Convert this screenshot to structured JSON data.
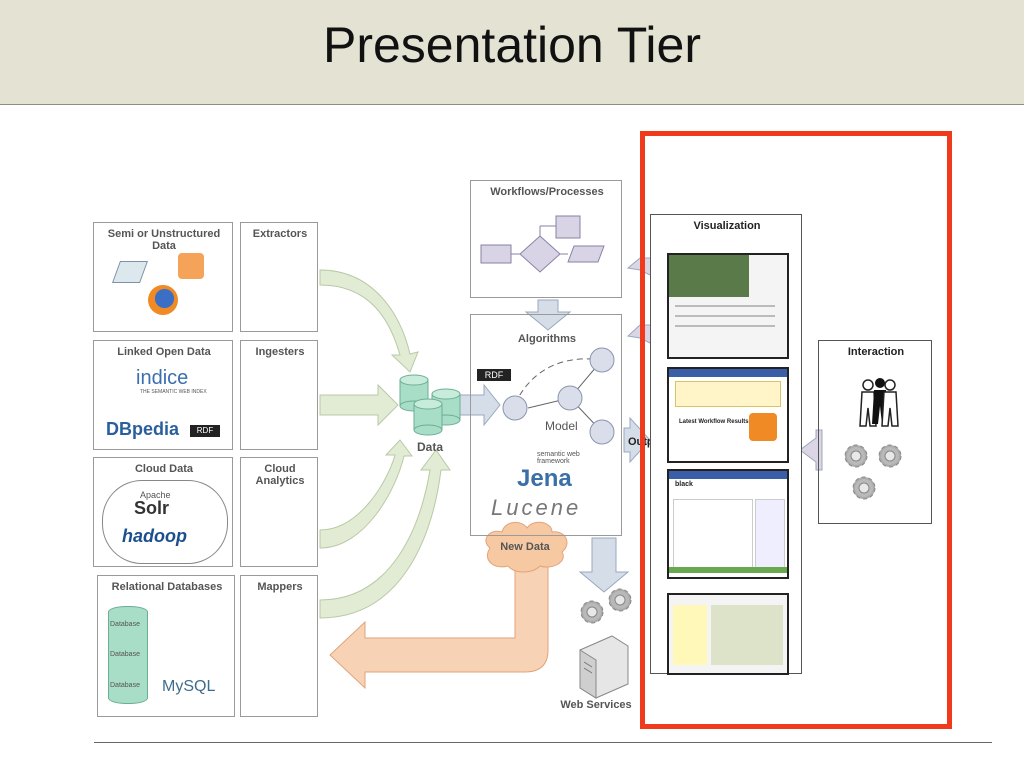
{
  "slide": {
    "title": "Presentation Tier"
  },
  "sources": {
    "semi": "Semi or Unstructured Data",
    "lod": "Linked Open Data",
    "cloud": "Cloud Data",
    "rel": "Relational Databases"
  },
  "processors": {
    "extractors": "Extractors",
    "ingesters": "Ingesters",
    "analytics": "Cloud Analytics",
    "mappers": "Mappers"
  },
  "logos": {
    "indice": "indice",
    "indice_tag": "THE SEMANTIC WEB INDEX",
    "dbpedia": "DBpedia",
    "rdf": "RDF",
    "apache": "Apache",
    "solr": "Solr",
    "hadoop": "hadoop",
    "database": "Database",
    "mysql": "MySQL",
    "jena_sub": "semantic web framework",
    "jena": "Jena",
    "lucene": "Lucene"
  },
  "center": {
    "data": "Data",
    "workflows": "Workflows/Processes",
    "algorithms": "Algorithms",
    "model": "Model",
    "new_data": "New Data",
    "web_services": "Web Services",
    "output": "Output"
  },
  "right": {
    "visualization": "Visualization",
    "interaction": "Interaction",
    "feed_title": "Latest Workflow Results",
    "brand": "black"
  },
  "colors": {
    "highlight": "#ef3a1c",
    "header_bg": "#e3e2d3",
    "green_arrow": "#e2ecd4",
    "blue_arrow": "#d5dde8",
    "orange_arrow": "#f7d2b4",
    "cylinder": "#a8ddc7",
    "node": "#d9deea"
  }
}
